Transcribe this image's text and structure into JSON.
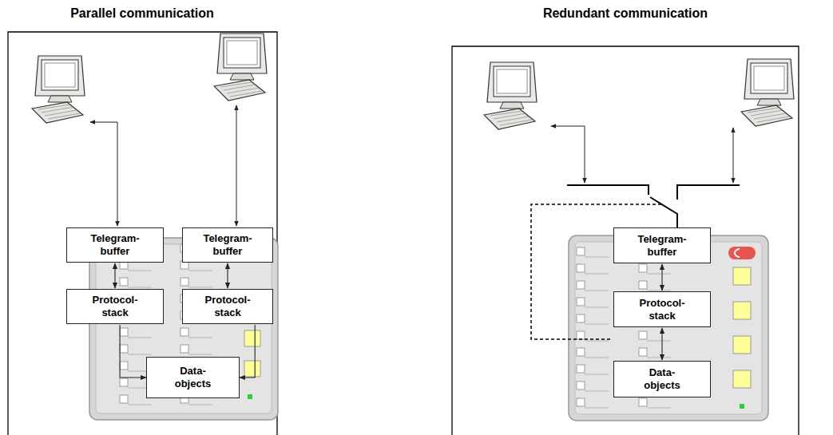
{
  "diagram": {
    "nodes": [
      {
        "text": [
          "Telegram- buffer"
        ]
      },
      {
        "text": [
          "Telegram- buffer"
        ]
      },
      {
        "text": [
          "Protocol- stack"
        ]
      },
      {
        "text": [
          "Protocol- stack"
        ]
      },
      {
        "text": [
          "Data- objects"
        ]
      },
      {
        "text": [
          "Telegram- buffer"
        ]
      },
      {
        "text": [
          "Protocol- stack"
        ]
      },
      {
        "text": [
          "Data- objects"
        ]
      }
    ],
    "edges": [
      {
        "from": 0,
        "to": 2,
        "arrow": "both"
      },
      {
        "from": 1,
        "to": 3,
        "arrow": "both"
      },
      {
        "from": 2,
        "to": 4,
        "arrow": "to"
      },
      {
        "from": 3,
        "to": 4,
        "arrow": "to"
      },
      {
        "from": 5,
        "to": 6,
        "arrow": "both"
      },
      {
        "from": 6,
        "to": 7,
        "arrow": "both"
      }
    ],
    "labels": [
      "Parallel communication",
      "Redundant communication"
    ]
  }
}
